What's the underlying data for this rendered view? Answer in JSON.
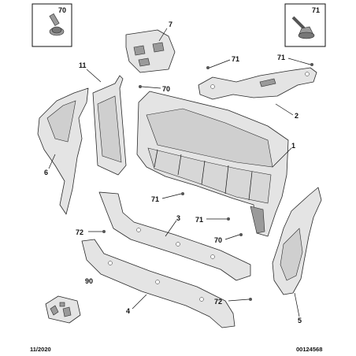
{
  "callouts": {
    "c70_box": "70",
    "c71_box": "71",
    "c7": "7",
    "c11": "11",
    "c70_a": "70",
    "c71_a": "71",
    "c71_b": "71",
    "c2": "2",
    "c1": "1",
    "c6": "6",
    "c71_c": "71",
    "c3": "3",
    "c71_d": "71",
    "c72_a": "72",
    "c70_b": "70",
    "c90": "90",
    "c4": "4",
    "c72_b": "72",
    "c5": "5"
  },
  "footer": {
    "date": "11/2020",
    "ref": "00124568"
  }
}
